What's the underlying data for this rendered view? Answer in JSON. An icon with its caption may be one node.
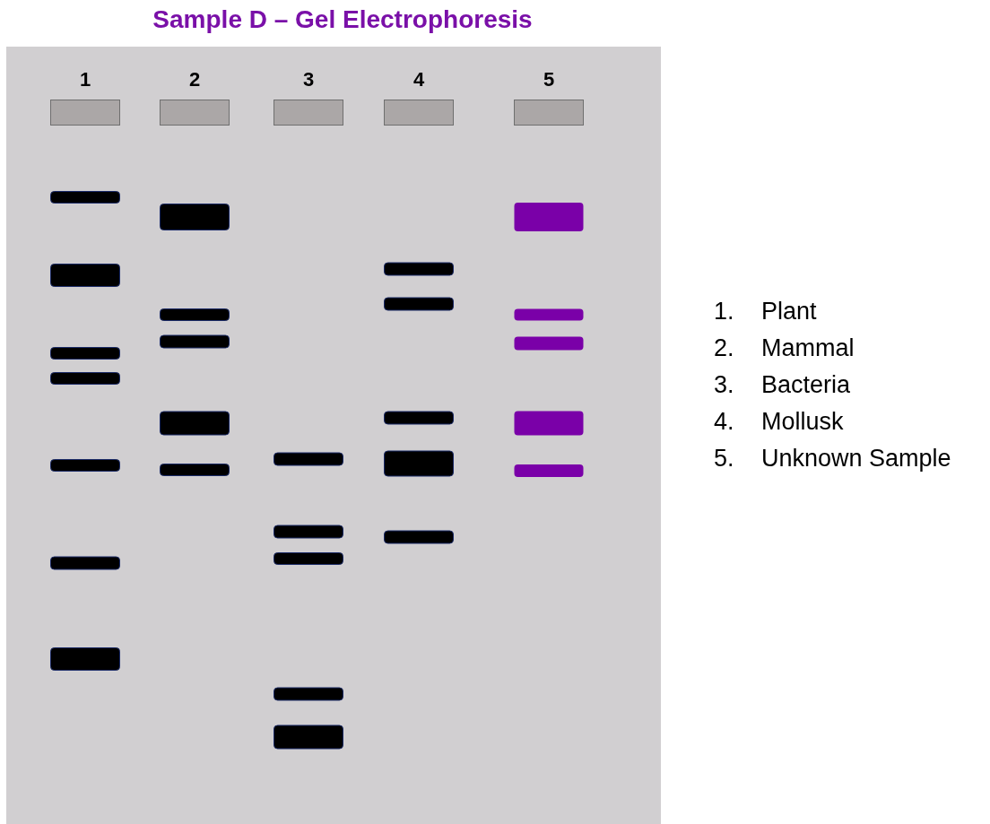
{
  "diagram": {
    "title": "Sample D – Gel Electrophoresis",
    "labels": [
      "1",
      "2",
      "3",
      "4",
      "5",
      "1.",
      "Plant",
      "2.",
      "Mammal",
      "3.",
      "Bacteria",
      "4.",
      "Mollusk",
      "5.",
      "Unknown Sample"
    ]
  }
}
